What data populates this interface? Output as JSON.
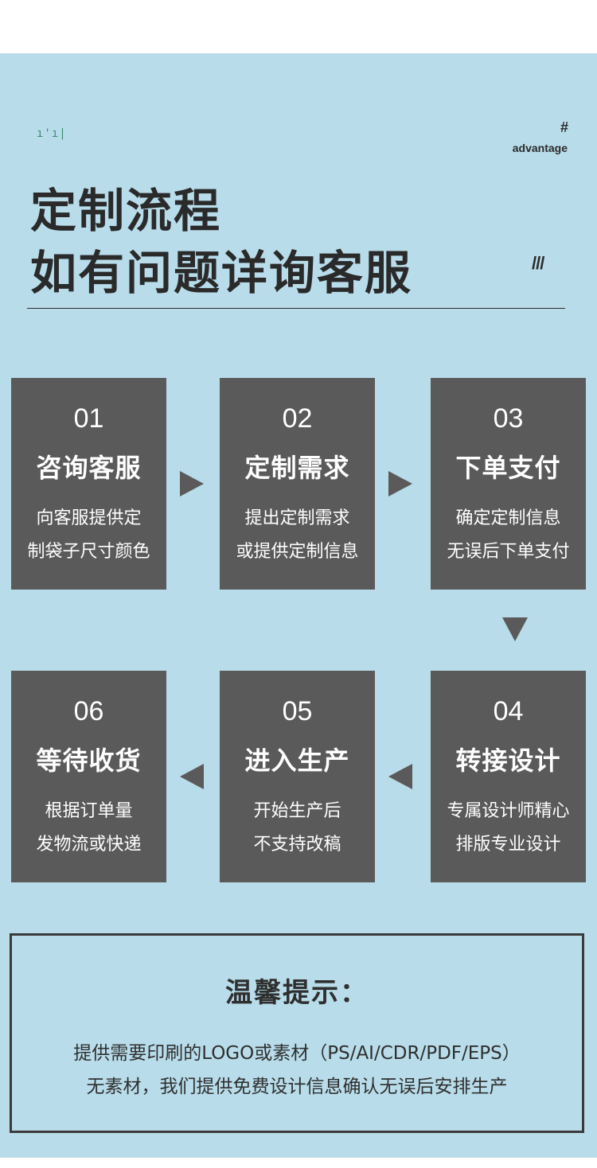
{
  "header": {
    "mark": "ı'ı|",
    "hash": "#",
    "tag": "advantage",
    "title_line1": "定制流程",
    "title_line2": "如有问题详询客服",
    "slashes": "///"
  },
  "steps": [
    {
      "num": "01",
      "name": "咨询客服",
      "desc1": "向客服提供定",
      "desc2": "制袋子尺寸颜色"
    },
    {
      "num": "02",
      "name": "定制需求",
      "desc1": "提出定制需求",
      "desc2": "或提供定制信息"
    },
    {
      "num": "03",
      "name": "下单支付",
      "desc1": "确定定制信息",
      "desc2": "无误后下单支付"
    },
    {
      "num": "04",
      "name": "转接设计",
      "desc1": "专属设计师精心",
      "desc2": "排版专业设计"
    },
    {
      "num": "05",
      "name": "进入生产",
      "desc1": "开始生产后",
      "desc2": "不支持改稿"
    },
    {
      "num": "06",
      "name": "等待收货",
      "desc1": "根据订单量",
      "desc2": "发物流或快递"
    }
  ],
  "notice": {
    "title": "温馨提示：",
    "line1": "提供需要印刷的LOGO或素材（PS/AI/CDR/PDF/EPS）",
    "line2": "无素材，我们提供免费设计信息确认无误后安排生产"
  },
  "colors": {
    "background": "#b8dcea",
    "card": "#5a5a5a",
    "text_dark": "#2a2a2a"
  }
}
